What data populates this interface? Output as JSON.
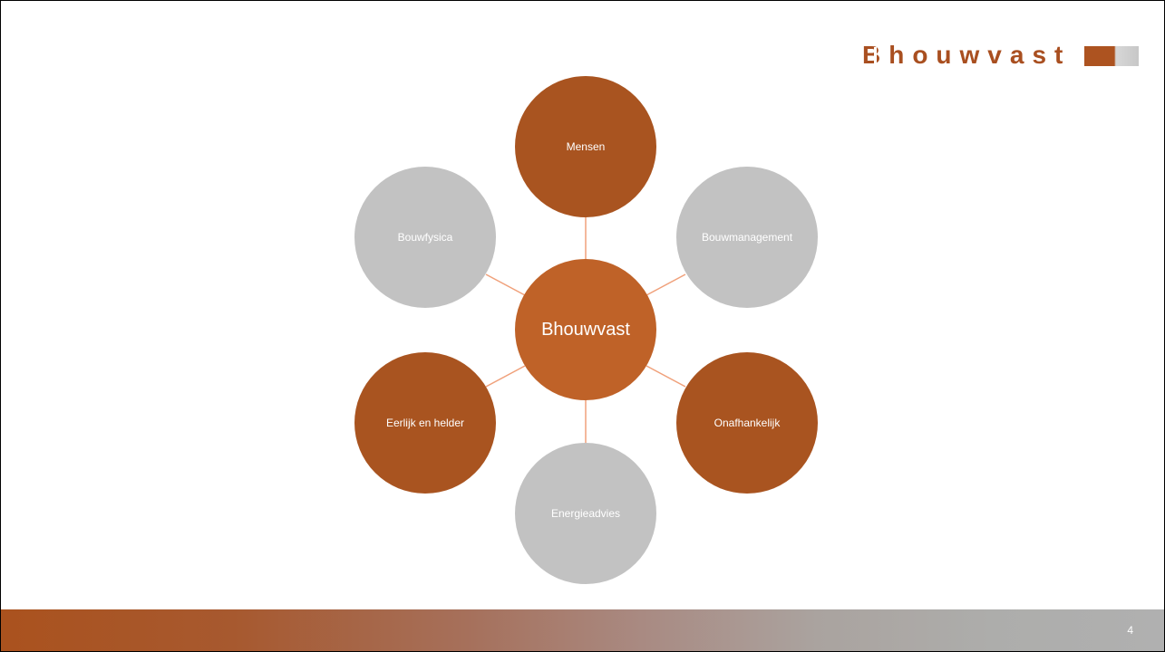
{
  "logo": {
    "text": "Bhouwvast"
  },
  "diagram": {
    "center": "Bhouwvast",
    "nodes": [
      {
        "label": "Mensen",
        "color": "#a95420"
      },
      {
        "label": "Bouwmanagement",
        "color": "#c2c2c2"
      },
      {
        "label": "Onafhankelijk",
        "color": "#a95420"
      },
      {
        "label": "Energieadvies",
        "color": "#c2c2c2"
      },
      {
        "label": "Eerlijk en helder",
        "color": "#a95420"
      },
      {
        "label": "Bouwfysica",
        "color": "#c2c2c2"
      }
    ],
    "center_color": "#bf6228",
    "connector_color": "#f0a07a"
  },
  "footer": {
    "page_number": "4"
  }
}
